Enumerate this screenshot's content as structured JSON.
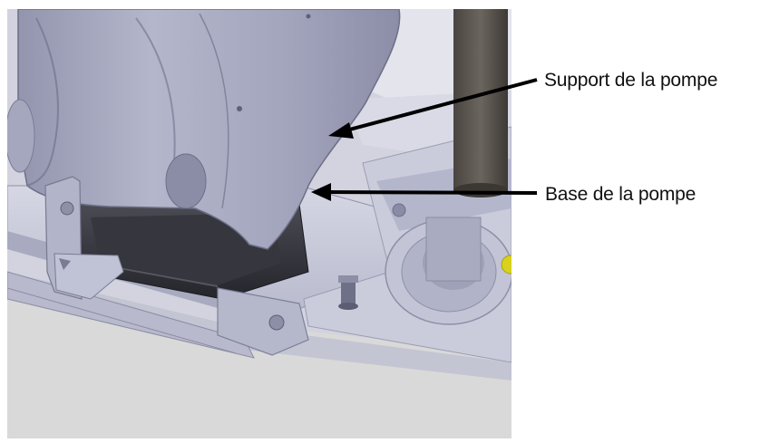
{
  "callouts": [
    {
      "id": "support",
      "label": "Support de la pompe"
    },
    {
      "id": "base",
      "label": "Base de la pompe"
    }
  ],
  "colors": {
    "part_light": "#c9cadb",
    "part_mid": "#a9abc2",
    "part_dark": "#7d7f99",
    "rubber": "#2e2f36",
    "floor": "#d9d9d9",
    "accent_yellow": "#d9d21c",
    "arrow": "#000000"
  }
}
